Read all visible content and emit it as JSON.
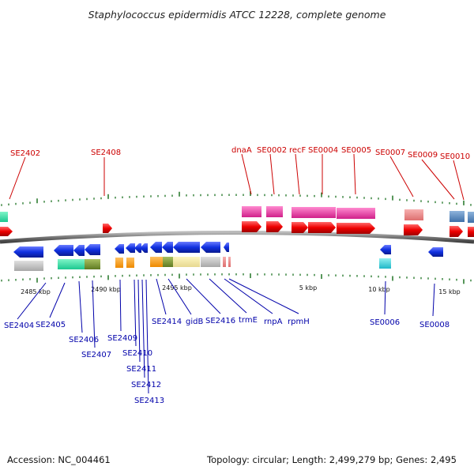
{
  "title": "Staphylococcus epidermidis ATCC 12228, complete genome",
  "accession": "Accession: NC_004461",
  "topology": "Topology: circular; Length: 2,499,279 bp; Genes: 2,495",
  "colors": {
    "top_label": "#cc0000",
    "bottom_label": "#0000aa",
    "tick": "#2e7d32",
    "backbone": "#888888"
  },
  "scale_labels": [
    {
      "text": "2485 kbp",
      "pos": 45
    },
    {
      "text": "2490 kbp",
      "pos": 134
    },
    {
      "text": "2495 kbp",
      "pos": 224
    },
    {
      "text": "5 kbp",
      "pos": 390
    },
    {
      "text": "10 kbp",
      "pos": 480
    },
    {
      "text": "15 kbp",
      "pos": 569
    }
  ],
  "top_genes": [
    {
      "name": "SE2402",
      "pos": 12
    },
    {
      "name": "SE2408",
      "pos": 132
    },
    {
      "name": "dnaA",
      "pos": 318
    },
    {
      "name": "SE0002",
      "pos": 347
    },
    {
      "name": "recF",
      "pos": 378
    },
    {
      "name": "SE0004",
      "pos": 408
    },
    {
      "name": "SE0005",
      "pos": 450
    },
    {
      "name": "SE0007",
      "pos": 522
    },
    {
      "name": "SE0009",
      "pos": 575
    },
    {
      "name": "SE0010",
      "pos": 587
    }
  ],
  "bottom_genes": [
    {
      "name": "SE2404",
      "pos": 58
    },
    {
      "name": "SE2405",
      "pos": 80
    },
    {
      "name": "SE2406",
      "pos": 98
    },
    {
      "name": "SE2407",
      "pos": 118
    },
    {
      "name": "SE2409",
      "pos": 152
    },
    {
      "name": "SE2410",
      "pos": 170
    },
    {
      "name": "SE2411",
      "pos": 176
    },
    {
      "name": "SE2412",
      "pos": 180
    },
    {
      "name": "SE2413",
      "pos": 186
    },
    {
      "name": "SE2414",
      "pos": 197
    },
    {
      "name": "gidB",
      "pos": 213
    },
    {
      "name": "SE2416",
      "pos": 236
    },
    {
      "name": "trmE",
      "pos": 268
    },
    {
      "name": "rnpA",
      "pos": 285
    },
    {
      "name": "rpmH",
      "pos": 290
    },
    {
      "name": "SE0006",
      "pos": 488
    },
    {
      "name": "SE0008",
      "pos": 550
    }
  ]
}
